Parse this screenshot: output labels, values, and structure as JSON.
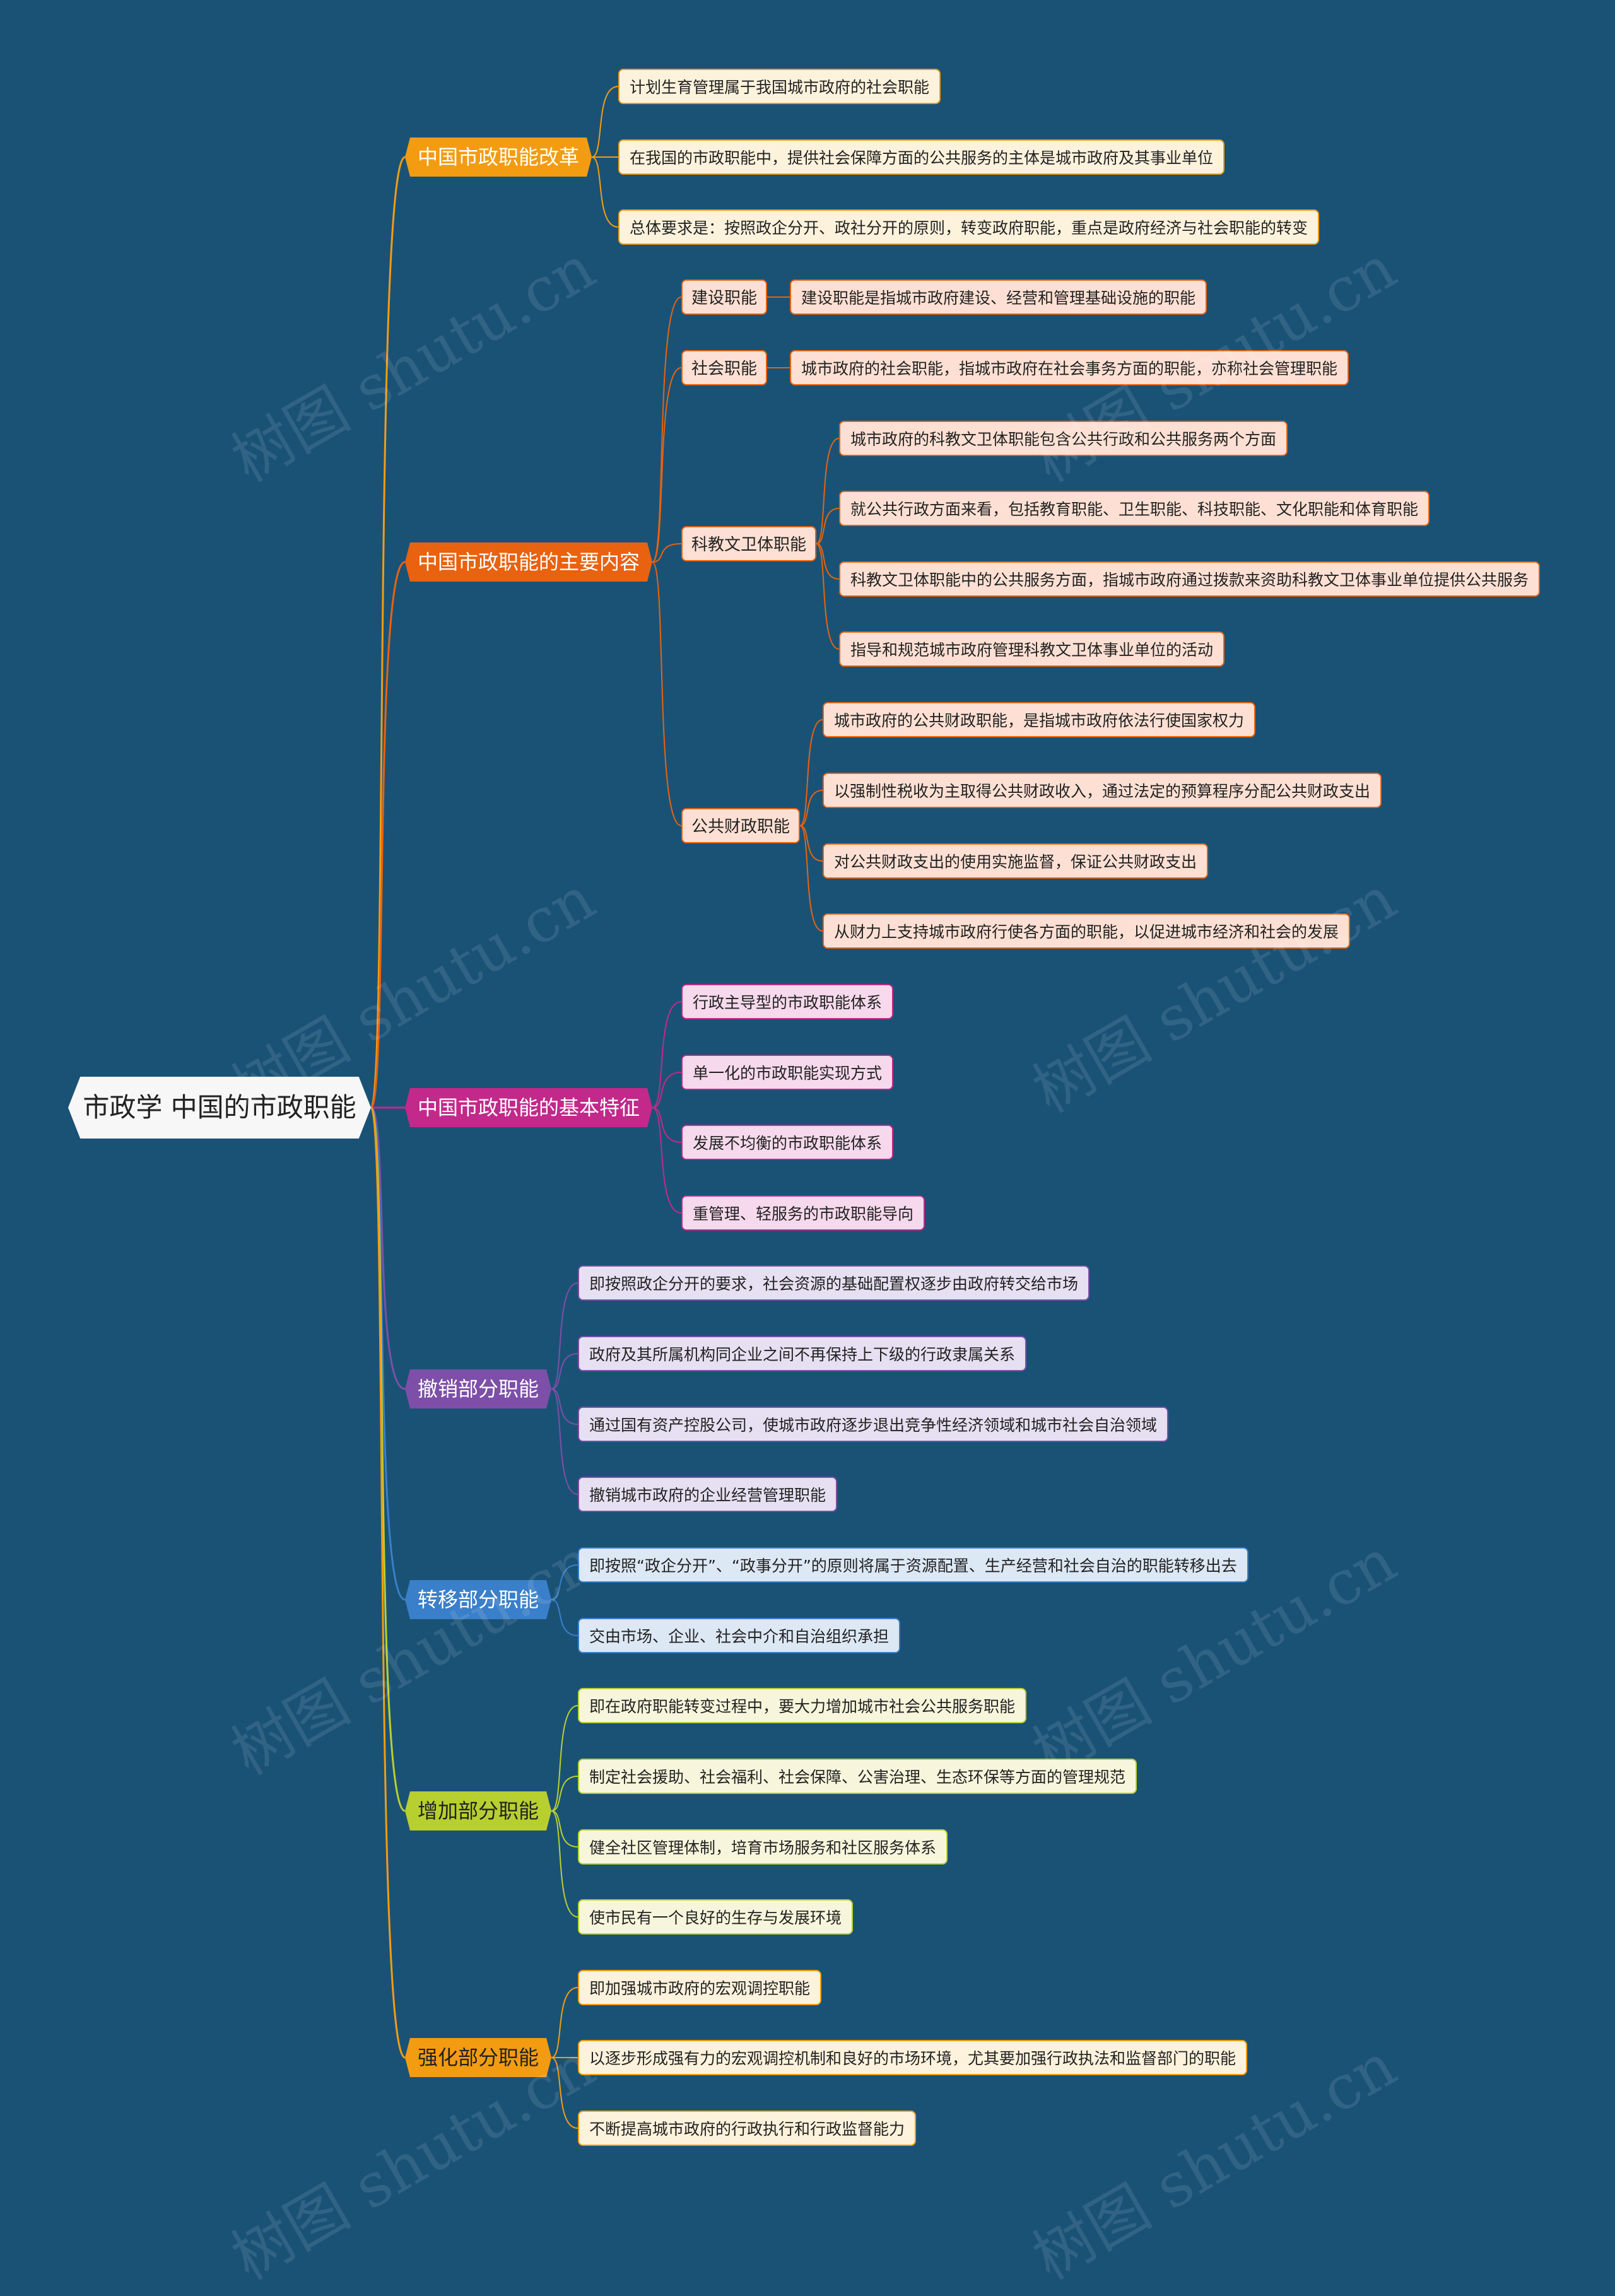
{
  "root": "市政学 中国的市政职能",
  "watermark": "树图 shutu.cn",
  "branches": [
    {
      "label": "中国市政职能改革",
      "color": "#f39c12",
      "leafColor": "#fdf2dc",
      "children": [
        {
          "label": "计划生育管理属于我国城市政府的社会职能"
        },
        {
          "label": "在我国的市政职能中，提供社会保障方面的公共服务的主体是城市政府及其事业单位"
        },
        {
          "label": "总体要求是：按照政企分开、政社分开的原则，转变政府职能，重点是政府经济与社会职能的转变"
        }
      ]
    },
    {
      "label": "中国市政职能的主要内容",
      "color": "#e8620f",
      "leafColor": "#fde0d3",
      "children": [
        {
          "label": "建设职能",
          "children": [
            {
              "label": "建设职能是指城市政府建设、经营和管理基础设施的职能"
            }
          ]
        },
        {
          "label": "社会职能",
          "children": [
            {
              "label": "城市政府的社会职能，指城市政府在社会事务方面的职能，亦称社会管理职能"
            }
          ]
        },
        {
          "label": "科教文卫体职能",
          "children": [
            {
              "label": "城市政府的科教文卫体职能包含公共行政和公共服务两个方面"
            },
            {
              "label": "就公共行政方面来看，包括教育职能、卫生职能、科技职能、文化职能和体育职能"
            },
            {
              "label": "科教文卫体职能中的公共服务方面，指城市政府通过拨款来资助科教文卫体事业单位提供公共服务"
            },
            {
              "label": "指导和规范城市政府管理科教文卫体事业单位的活动"
            }
          ]
        },
        {
          "label": "公共财政职能",
          "children": [
            {
              "label": "城市政府的公共财政职能，是指城市政府依法行使国家权力"
            },
            {
              "label": "以强制性税收为主取得公共财政收入，通过法定的预算程序分配公共财政支出"
            },
            {
              "label": "对公共财政支出的使用实施监督，保证公共财政支出"
            },
            {
              "label": "从财力上支持城市政府行使各方面的职能，以促进城市经济和社会的发展"
            }
          ]
        }
      ]
    },
    {
      "label": "中国市政职能的基本特征",
      "color": "#c2298a",
      "leafColor": "#f6d9ec",
      "children": [
        {
          "label": "行政主导型的市政职能体系"
        },
        {
          "label": "单一化的市政职能实现方式"
        },
        {
          "label": "发展不均衡的市政职能体系"
        },
        {
          "label": "重管理、轻服务的市政职能导向"
        }
      ]
    },
    {
      "label": "撤销部分职能",
      "color": "#7d4fa8",
      "leafColor": "#e6e0f2",
      "children": [
        {
          "label": "即按照政企分开的要求，社会资源的基础配置权逐步由政府转交给市场"
        },
        {
          "label": "政府及其所属机构同企业之间不再保持上下级的行政隶属关系"
        },
        {
          "label": "通过国有资产控股公司，使城市政府逐步退出竞争性经济领域和城市社会自治领域"
        },
        {
          "label": "撤销城市政府的企业经营管理职能"
        }
      ]
    },
    {
      "label": "转移部分职能",
      "color": "#3a7fc9",
      "leafColor": "#dde8f5",
      "children": [
        {
          "label": "即按照“政企分开”、“政事分开”的原则将属于资源配置、生产经营和社会自治的职能转移出去"
        },
        {
          "label": "交由市场、企业、社会中介和自治组织承担"
        }
      ]
    },
    {
      "label": "增加部分职能",
      "color": "#b8cf30",
      "leafColor": "#f7f6dc",
      "textColor": "#222",
      "children": [
        {
          "label": "即在政府职能转变过程中，要大力增加城市社会公共服务职能"
        },
        {
          "label": "制定社会援助、社会福利、社会保障、公害治理、生态环保等方面的管理规范"
        },
        {
          "label": "健全社区管理体制，培育市场服务和社区服务体系"
        },
        {
          "label": "使市民有一个良好的生存与发展环境"
        }
      ]
    },
    {
      "label": "强化部分职能",
      "color": "#f39c12",
      "leafColor": "#fdf2dc",
      "textColor": "#222",
      "children": [
        {
          "label": "即加强城市政府的宏观调控职能"
        },
        {
          "label": "以逐步形成强有力的宏观调控机制和良好的市场环境，尤其要加强行政执法和监督部门的职能"
        },
        {
          "label": "不断提高城市政府的行政执行和行政监督能力"
        }
      ]
    }
  ]
}
